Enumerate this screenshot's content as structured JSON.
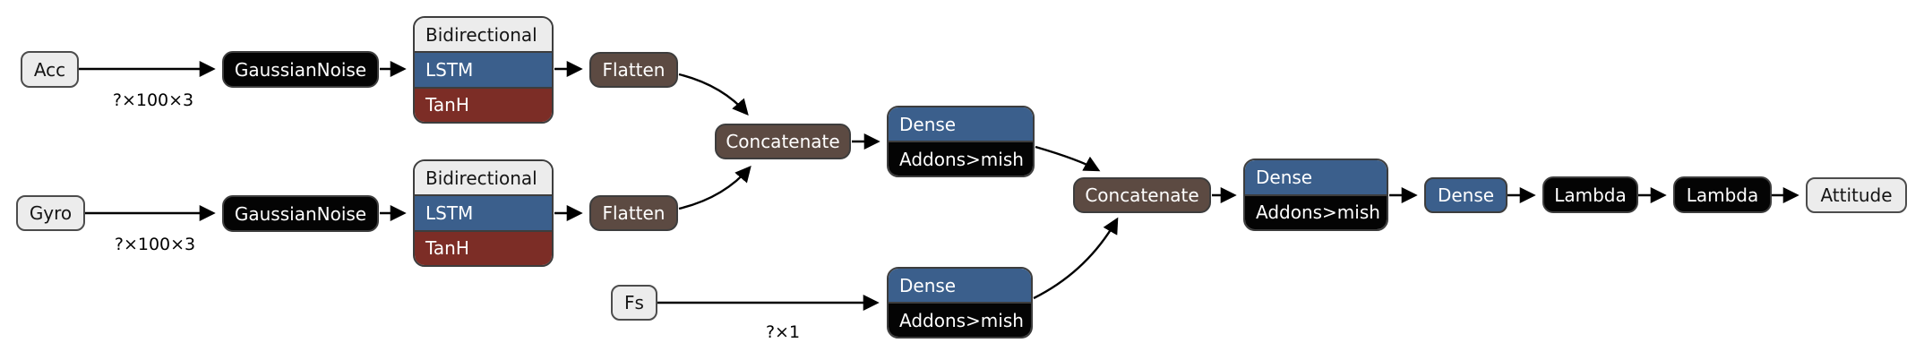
{
  "diagram": {
    "title": "neural-network-architecture",
    "nodes": {
      "acc": {
        "label": "Acc"
      },
      "gyro": {
        "label": "Gyro"
      },
      "fs": {
        "label": "Fs"
      },
      "gaussian_noise_1": {
        "label": "GaussianNoise"
      },
      "gaussian_noise_2": {
        "label": "GaussianNoise"
      },
      "bidirectional_1": {
        "header": "Bidirectional",
        "layer": "LSTM",
        "activation": "TanH"
      },
      "bidirectional_2": {
        "header": "Bidirectional",
        "layer": "LSTM",
        "activation": "TanH"
      },
      "flatten_1": {
        "label": "Flatten"
      },
      "flatten_2": {
        "label": "Flatten"
      },
      "concatenate_1": {
        "label": "Concatenate"
      },
      "concatenate_2": {
        "label": "Concatenate"
      },
      "dense_mish_1": {
        "layer": "Dense",
        "activation": "Addons>mish"
      },
      "dense_mish_2": {
        "layer": "Dense",
        "activation": "Addons>mish"
      },
      "dense_mish_3": {
        "layer": "Dense",
        "activation": "Addons>mish"
      },
      "dense_plain": {
        "label": "Dense"
      },
      "lambda_1": {
        "label": "Lambda"
      },
      "lambda_2": {
        "label": "Lambda"
      },
      "attitude": {
        "label": "Attitude"
      }
    },
    "edge_labels": {
      "acc_shape": "?×100×3",
      "gyro_shape": "?×100×3",
      "fs_shape": "?×1"
    },
    "colors": {
      "io_node_bg": "#ececec",
      "layer_black": "#040404",
      "layer_blue": "#3b5f8c",
      "activation_maroon": "#7c2d26",
      "transform_brown": "#5c4a42",
      "node_border": "#3d3d3d",
      "edge": "#000000",
      "background": "#ffffff"
    }
  }
}
